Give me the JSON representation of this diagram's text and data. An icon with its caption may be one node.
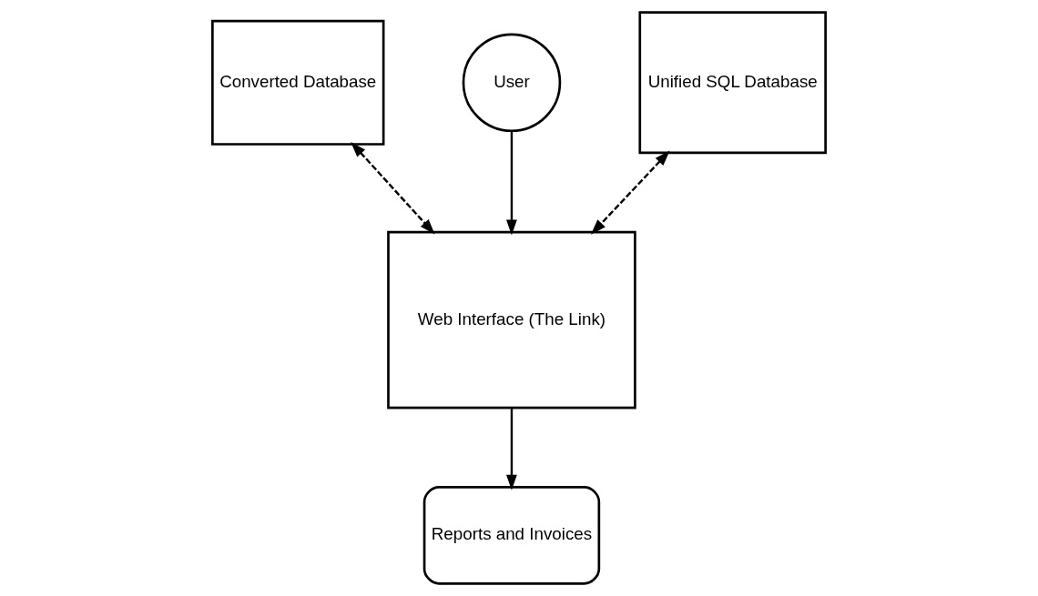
{
  "diagram": {
    "nodes": [
      {
        "text": [
          "Converted Database"
        ]
      },
      {
        "text": [
          "Web Interface (The Link)"
        ]
      },
      {
        "text": [
          "User"
        ]
      },
      {
        "text": [
          "Unified SQL Database"
        ]
      },
      {
        "text": [
          "Reports and Invoices"
        ]
      }
    ],
    "edges": [
      {
        "from": 0,
        "to": 1,
        "arrow": "both",
        "style": "dashed"
      },
      {
        "from": 2,
        "to": 1,
        "arrow": "to"
      },
      {
        "from": 3,
        "to": 1,
        "arrow": "both",
        "style": "dashed"
      },
      {
        "from": 1,
        "to": 4,
        "arrow": "to"
      }
    ]
  }
}
